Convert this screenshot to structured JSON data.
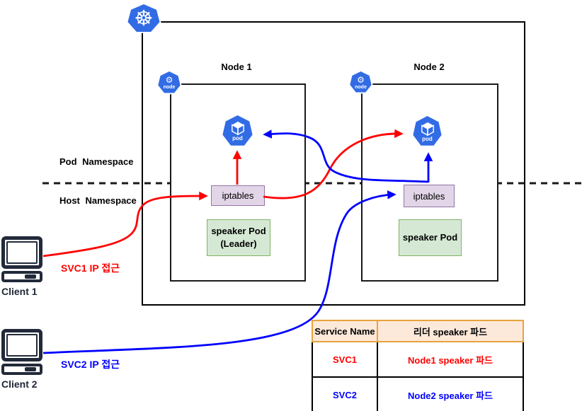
{
  "namespace_labels": {
    "pod": "Pod Namespace",
    "host": "Host Namespace"
  },
  "icons": {
    "k8s_wheel_glyph": "☸",
    "node_gear_glyph": "⚙"
  },
  "nodes": [
    {
      "title": "Node 1",
      "node_icon_label": "node",
      "pod_icon_label": "pod",
      "iptables_label": "iptables",
      "speaker_line1": "speaker Pod",
      "speaker_line2": "(Leader)"
    },
    {
      "title": "Node 2",
      "node_icon_label": "node",
      "pod_icon_label": "pod",
      "iptables_label": "iptables",
      "speaker_line1": "speaker Pod",
      "speaker_line2": ""
    }
  ],
  "clients": [
    {
      "label": "Client 1",
      "flow_label": "SVC1 IP 접근"
    },
    {
      "label": "Client 2",
      "flow_label": "SVC2 IP 접근"
    }
  ],
  "table": {
    "headers": [
      "Service Name",
      "리더 speaker 파드"
    ],
    "rows": [
      {
        "service": "SVC1",
        "leader": "Node1 speaker 파드"
      },
      {
        "service": "SVC2",
        "leader": "Node2 speaker 파드"
      }
    ]
  },
  "colors": {
    "k8s_blue": "#326ce5",
    "flow_red": "#ff0000",
    "flow_blue": "#0000ff",
    "speaker_fill": "#d5e8d4",
    "speaker_border": "#82b366",
    "iptables_fill": "#e1d5e7",
    "iptables_border": "#9673a6",
    "table_header_fill": "#fde9d9",
    "table_header_border": "#e8a33d",
    "client_icon_dark": "#222a3a"
  }
}
